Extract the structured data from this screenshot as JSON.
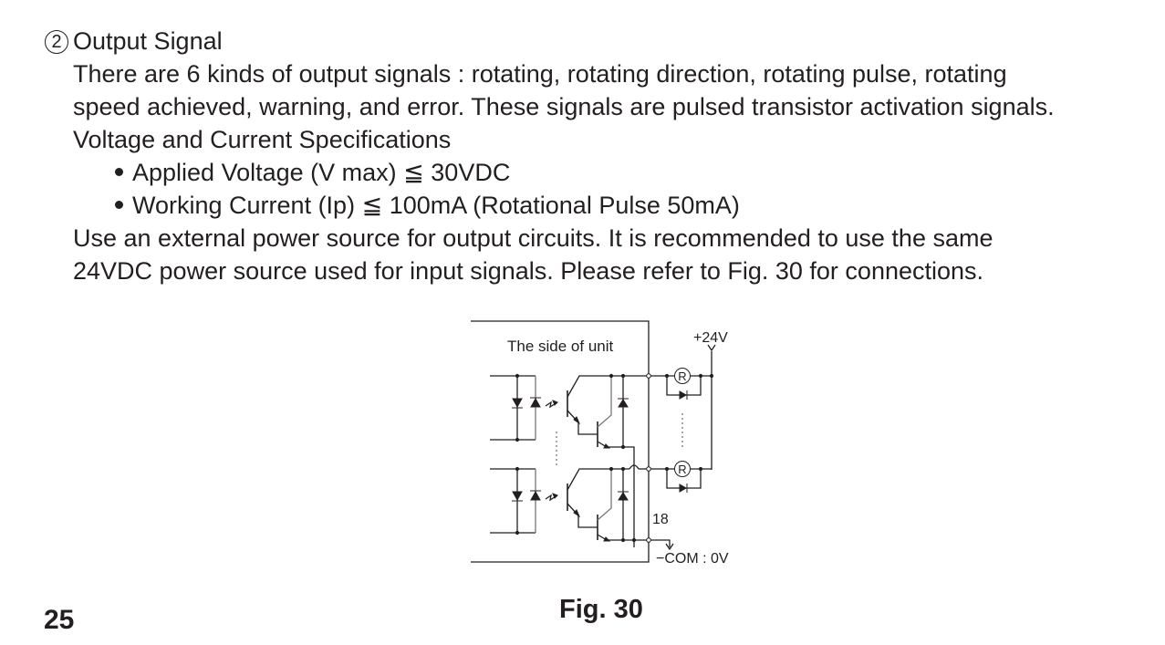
{
  "section": {
    "number": "2",
    "title": "Output Signal"
  },
  "paragraphs": [
    "There are 6 kinds of output signals : rotating, rotating direction, rotating pulse, rotating",
    "speed achieved, warning, and error. These signals are pulsed transistor activation signals.",
    "Voltage and Current Specifications"
  ],
  "specs": [
    "Applied Voltage (V max) ≦ 30VDC",
    "Working Current (Ip) ≦ 100mA (Rotational Pulse 50mA)"
  ],
  "paragraphs2": [
    "Use an external power source for output circuits. It is recommended to use the same",
    "24VDC power source used for input signals. Please refer to Fig. 30 for connections."
  ],
  "figure": {
    "unit_label": "The side of unit",
    "supply_label": "+24V",
    "resistor_symbol": "R",
    "pin_label": "18",
    "com_label": "−COM : 0V",
    "caption": "Fig. 30"
  },
  "page_number": "25"
}
